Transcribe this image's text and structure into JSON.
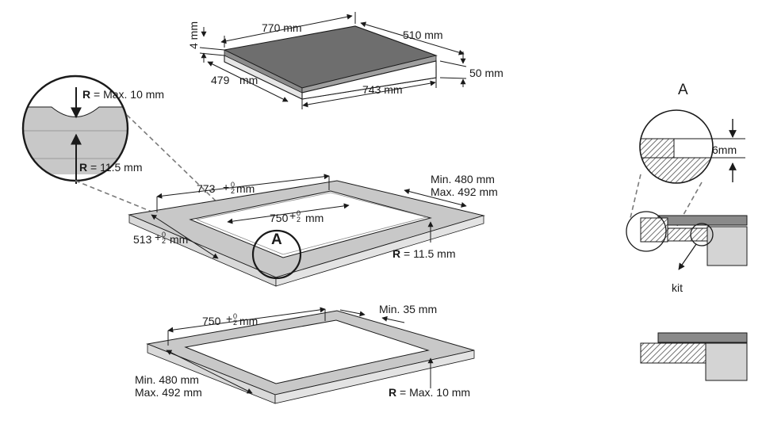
{
  "hob": {
    "height_label": "4 mm",
    "width_label": "770 mm",
    "depth_label": "510 mm",
    "side_label_num": "479",
    "side_label_unit": "mm",
    "bottom_label": "743 mm",
    "thickness_label": "50 mm"
  },
  "detail_circle": {
    "r_top_bold": "R",
    "r_top_text": " = Max. 10 mm",
    "r_bottom_bold": "R",
    "r_bottom_text": " = 11.5 mm"
  },
  "cutout1": {
    "width_num": "773",
    "width_sup_top": "+",
    "width_sup_tol_top": "0",
    "width_sup_tol_bottom": "2",
    "width_unit": "mm",
    "inner_num": "750",
    "inner_sup_top": "+",
    "inner_tol_top": "0",
    "inner_tol_bottom": "2",
    "inner_unit": "mm",
    "depth_num": "513",
    "depth_sup_top": "+",
    "depth_tol_top": "0",
    "depth_tol_bottom": "2",
    "depth_unit": "mm",
    "min_label": "Min. 480 mm",
    "max_label": "Max. 492 mm",
    "marker_label": "A",
    "r_bold": "R",
    "r_text": " = 11.5 mm"
  },
  "cutout2": {
    "width_num": "750",
    "width_sup_top": "+",
    "width_tol_top": "0",
    "width_tol_bottom": "2",
    "width_unit": "mm",
    "min_edge_label": "Min. 35 mm",
    "min_label": "Min. 480 mm",
    "max_label": "Max. 492 mm",
    "r_bold": "R",
    "r_text": " = Max. 10 mm"
  },
  "detail_A": {
    "title": "A",
    "gap_label": "6mm",
    "kit_label": "kit"
  },
  "colors": {
    "ink": "#1a1a1a",
    "glass": "#6e6e6e",
    "counter": "#c8c8c8",
    "hatch": "#5a5a5a"
  }
}
